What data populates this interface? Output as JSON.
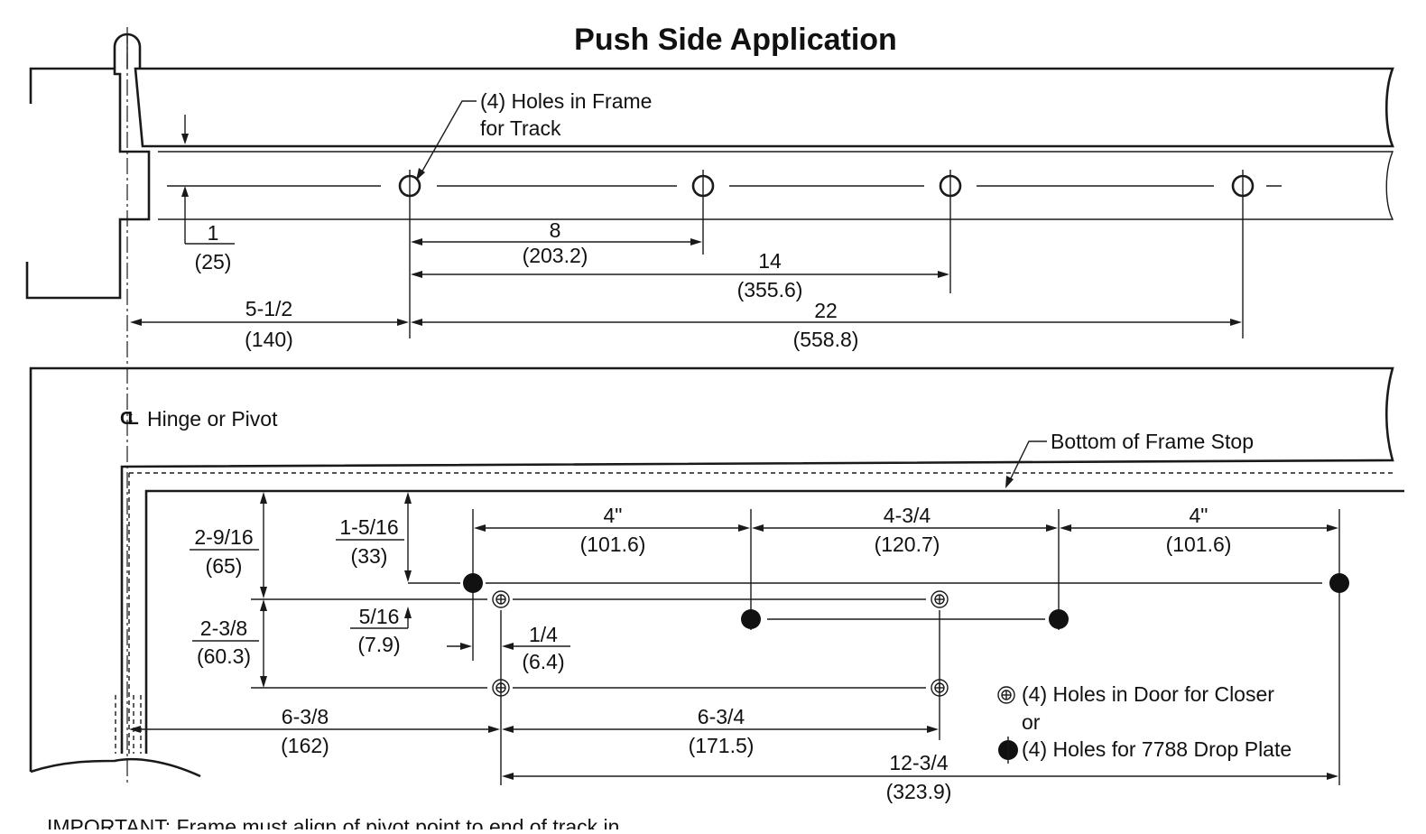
{
  "title": "Push Side Application",
  "frame_holes_label_1": "(4) Holes in Frame",
  "frame_holes_label_2": "for Track",
  "dims_top": {
    "d1_in": "1",
    "d1_mm": "(25)",
    "d8_in": "8",
    "d8_mm": "(203.2)",
    "d14_in": "14",
    "d14_mm": "(355.6)",
    "d5_in": "5-1/2",
    "d5_mm": "(140)",
    "d22_in": "22",
    "d22_mm": "(558.8)"
  },
  "centerline_symbol": "CL",
  "centerline_label": "Hinge or Pivot",
  "frame_stop_label": "Bottom of Frame Stop",
  "dims_bottom": {
    "a_in": "4\"",
    "a_mm": "(101.6)",
    "b_in": "4-3/4",
    "b_mm": "(120.7)",
    "c_in": "4\"",
    "c_mm": "(101.6)",
    "v1_in": "2-9/16",
    "v1_mm": "(65)",
    "v2_in": "1-5/16",
    "v2_mm": "(33)",
    "v3_in": "2-3/8",
    "v3_mm": "(60.3)",
    "v4_in": "5/16",
    "v4_mm": "(7.9)",
    "h1_in": "1/4",
    "h1_mm": "(6.4)",
    "h2_in": "6-3/8",
    "h2_mm": "(162)",
    "h3_in": "6-3/4",
    "h3_mm": "(171.5)",
    "h4_in": "12-3/4",
    "h4_mm": "(323.9)"
  },
  "legend": {
    "closer": "(4) Holes in Door for Closer",
    "or": "or",
    "drop_plate": "(4) Holes for 7788 Drop Plate"
  },
  "footer_note": "IMPORTANT: Frame must align of pivot point to end of track in"
}
